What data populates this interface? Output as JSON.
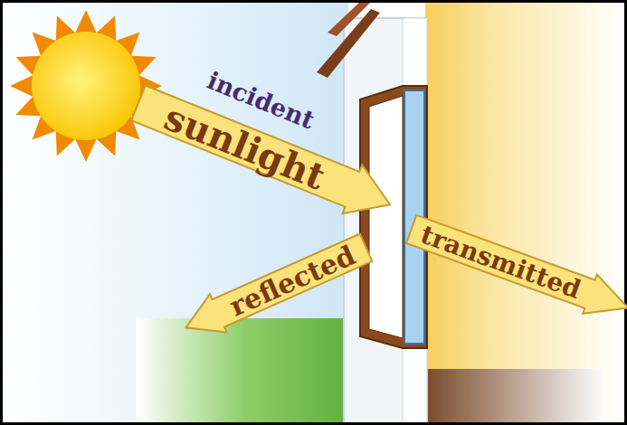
{
  "diagram": {
    "nodes": [
      {
        "text": [
          "incident",
          "sunlight"
        ]
      },
      {
        "text": [
          "reflected"
        ]
      },
      {
        "text": [
          "transmitted"
        ]
      }
    ]
  }
}
